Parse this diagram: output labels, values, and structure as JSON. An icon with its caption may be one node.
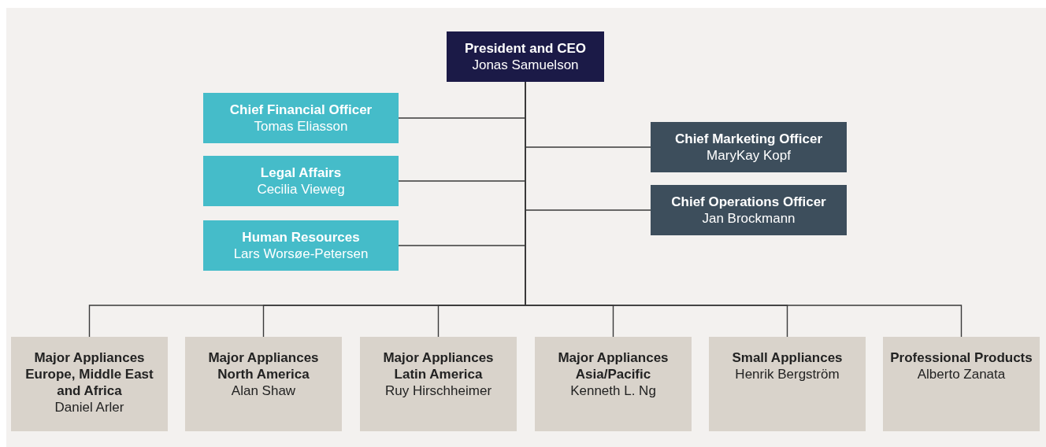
{
  "diagram": {
    "nodes": [
      {
        "text": [
          "President and CEO",
          "Jonas Samuelson"
        ]
      },
      {
        "text": [
          "Chief Financial Officer",
          "Tomas Eliasson"
        ]
      },
      {
        "text": [
          "Legal Affairs",
          "Cecilia Vieweg"
        ]
      },
      {
        "text": [
          "Human Resources",
          "Lars Worsøe-Petersen"
        ]
      },
      {
        "text": [
          "Chief Marketing Officer",
          "MaryKay Kopf"
        ]
      },
      {
        "text": [
          "Chief Operations Officer",
          "Jan Brockmann"
        ]
      },
      {
        "text": [
          "Major Appliances Europe, Middle East and Africa",
          "Daniel Arler"
        ]
      },
      {
        "text": [
          "Major Appliances North America",
          "Alan Shaw"
        ]
      },
      {
        "text": [
          "Major Appliances Latin America",
          "Ruy Hirschheimer"
        ]
      },
      {
        "text": [
          "Major Appliances Asia/Pacific",
          "Kenneth L. Ng"
        ]
      },
      {
        "text": [
          "Small Appliances",
          "Henrik Bergström"
        ]
      },
      {
        "text": [
          "Professional Products",
          "Alberto Zanata"
        ]
      }
    ],
    "edges": [
      {
        "from": 0,
        "to": 1,
        "arrow": "none"
      },
      {
        "from": 0,
        "to": 2,
        "arrow": "none"
      },
      {
        "from": 0,
        "to": 3,
        "arrow": "none"
      },
      {
        "from": 0,
        "to": 4,
        "arrow": "none"
      },
      {
        "from": 0,
        "to": 5,
        "arrow": "none"
      },
      {
        "from": 0,
        "to": 6,
        "arrow": "none"
      },
      {
        "from": 0,
        "to": 7,
        "arrow": "none"
      },
      {
        "from": 0,
        "to": 8,
        "arrow": "none"
      },
      {
        "from": 0,
        "to": 9,
        "arrow": "none"
      },
      {
        "from": 0,
        "to": 10,
        "arrow": "none"
      },
      {
        "from": 0,
        "to": 11,
        "arrow": "none"
      }
    ]
  }
}
